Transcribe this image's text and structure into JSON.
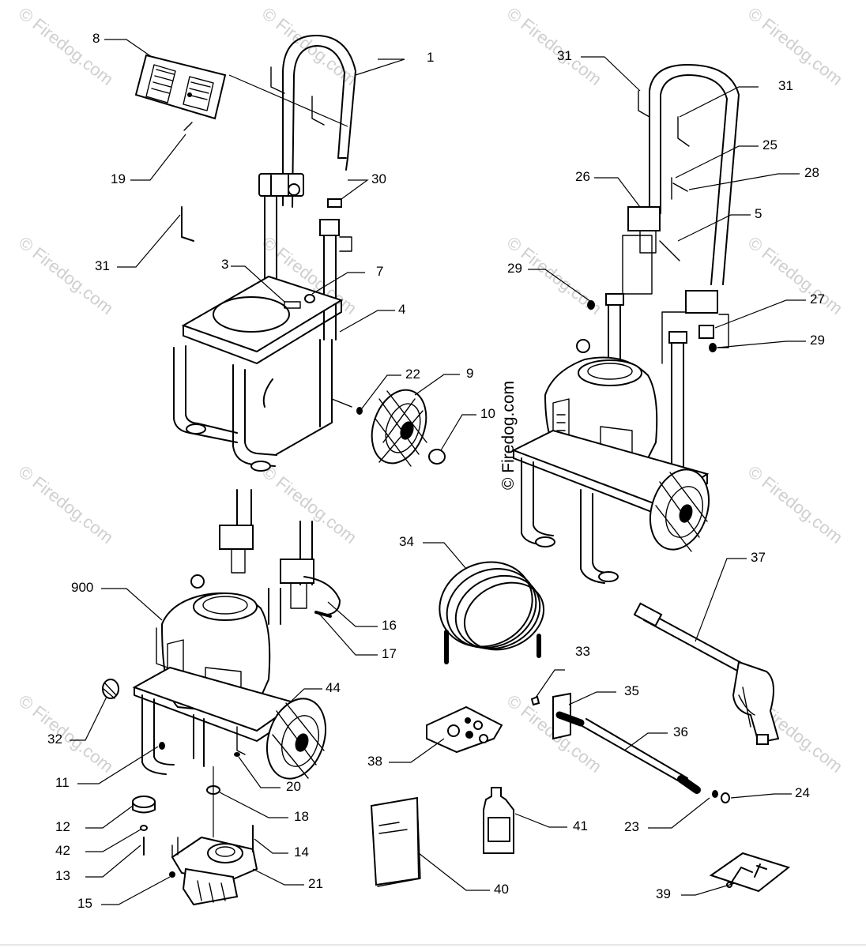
{
  "watermark": "© Firedog.com",
  "callouts": [
    {
      "id": "c1",
      "text": "1"
    },
    {
      "id": "c3",
      "text": "3"
    },
    {
      "id": "c4",
      "text": "4"
    },
    {
      "id": "c5",
      "text": "5"
    },
    {
      "id": "c7",
      "text": "7"
    },
    {
      "id": "c8",
      "text": "8"
    },
    {
      "id": "c9",
      "text": "9"
    },
    {
      "id": "c10",
      "text": "10"
    },
    {
      "id": "c11",
      "text": "11"
    },
    {
      "id": "c12",
      "text": "12"
    },
    {
      "id": "c13",
      "text": "13"
    },
    {
      "id": "c14",
      "text": "14"
    },
    {
      "id": "c15",
      "text": "15"
    },
    {
      "id": "c16",
      "text": "16"
    },
    {
      "id": "c17",
      "text": "17"
    },
    {
      "id": "c18",
      "text": "18"
    },
    {
      "id": "c19",
      "text": "19"
    },
    {
      "id": "c20",
      "text": "20"
    },
    {
      "id": "c21",
      "text": "21"
    },
    {
      "id": "c22",
      "text": "22"
    },
    {
      "id": "c23",
      "text": "23"
    },
    {
      "id": "c24",
      "text": "24"
    },
    {
      "id": "c25",
      "text": "25"
    },
    {
      "id": "c26",
      "text": "26"
    },
    {
      "id": "c27",
      "text": "27"
    },
    {
      "id": "c28",
      "text": "28"
    },
    {
      "id": "c29a",
      "text": "29"
    },
    {
      "id": "c29b",
      "text": "29"
    },
    {
      "id": "c30",
      "text": "30"
    },
    {
      "id": "c31a",
      "text": "31"
    },
    {
      "id": "c31b",
      "text": "31"
    },
    {
      "id": "c31c",
      "text": "31"
    },
    {
      "id": "c32",
      "text": "32"
    },
    {
      "id": "c33",
      "text": "33"
    },
    {
      "id": "c34",
      "text": "34"
    },
    {
      "id": "c35",
      "text": "35"
    },
    {
      "id": "c36",
      "text": "36"
    },
    {
      "id": "c37",
      "text": "37"
    },
    {
      "id": "c38",
      "text": "38"
    },
    {
      "id": "c39",
      "text": "39"
    },
    {
      "id": "c40",
      "text": "40"
    },
    {
      "id": "c41",
      "text": "41"
    },
    {
      "id": "c42",
      "text": "42"
    },
    {
      "id": "c44",
      "text": "44"
    },
    {
      "id": "c900",
      "text": "900"
    }
  ]
}
